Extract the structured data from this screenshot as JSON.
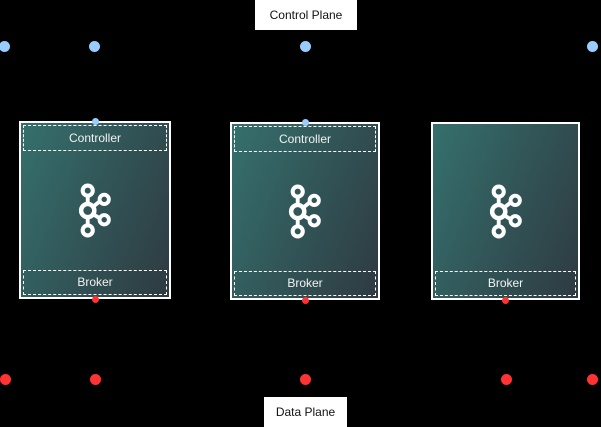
{
  "diagram": {
    "control_plane_label": "Control Plane",
    "data_plane_label": "Data Plane"
  },
  "nodes": [
    {
      "id": "node-1",
      "controller_label": "Controller",
      "broker_label": "Broker"
    },
    {
      "id": "node-2",
      "controller_label": "Controller",
      "broker_label": "Broker"
    },
    {
      "id": "node-3",
      "broker_label": "Broker"
    }
  ],
  "icons": {
    "kafka_logo": "kafka-logo-icon",
    "control_dot": "control-plane-connection-dot",
    "data_dot": "data-plane-connection-dot"
  },
  "colors": {
    "background": "#000000",
    "control_plane_dot": "#99ccff",
    "data_plane_dot": "#ff3333",
    "node_border": "#ffffff",
    "node_gradient_start": "#35706d",
    "node_gradient_end": "#2e3a41",
    "label_background": "#ffffff",
    "label_text": "#111111",
    "section_text": "#f2f2f2"
  }
}
